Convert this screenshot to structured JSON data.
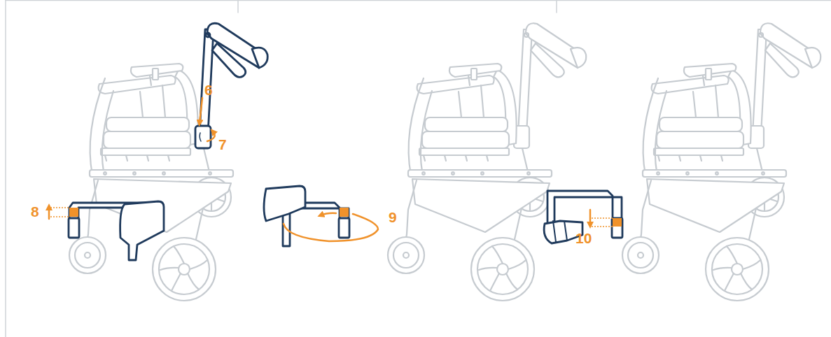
{
  "diagram": {
    "labels": [
      "6",
      "7",
      "8",
      "9",
      "10"
    ]
  }
}
